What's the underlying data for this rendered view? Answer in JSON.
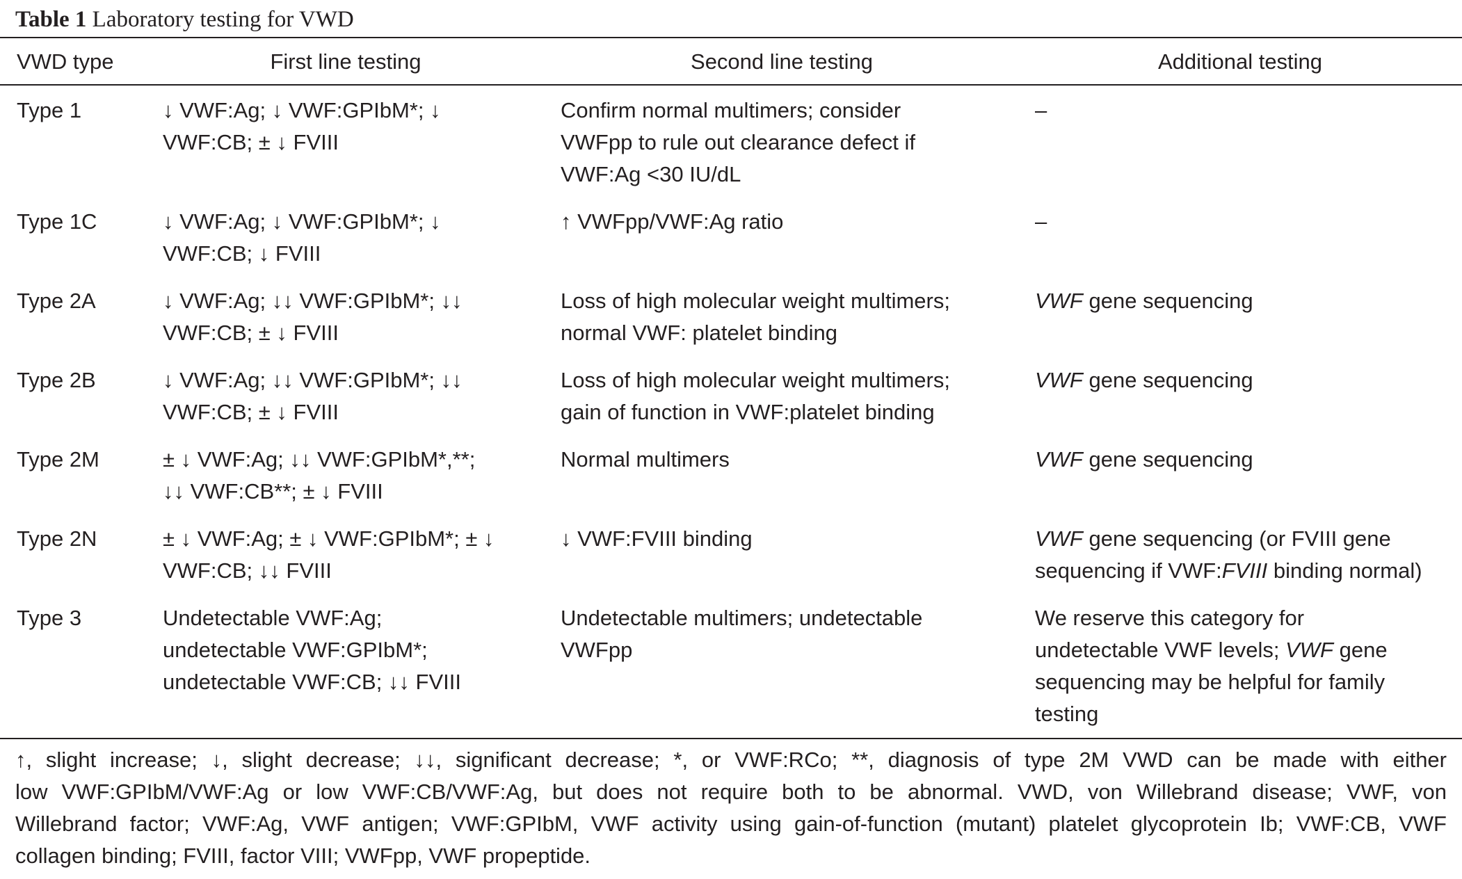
{
  "caption": {
    "label": "Table 1",
    "title": "Laboratory testing for VWD"
  },
  "table": {
    "headers": [
      "VWD type",
      "First line testing",
      "Second line testing",
      "Additional testing"
    ],
    "rows": [
      {
        "type": "Type 1",
        "first": [
          "↓ VWF:Ag; ↓ VWF:GPIbM*; ↓",
          "VWF:CB; ± ↓ FVIII"
        ],
        "second": [
          "Confirm normal multimers; consider",
          "VWFpp to rule out clearance defect if",
          "VWF:Ag <30 IU/dL"
        ],
        "additional": [
          "–"
        ]
      },
      {
        "type": "Type 1C",
        "first": [
          "↓ VWF:Ag; ↓ VWF:GPIbM*; ↓",
          "VWF:CB; ↓ FVIII"
        ],
        "second": [
          "↑ VWFpp/VWF:Ag ratio"
        ],
        "additional": [
          "–"
        ]
      },
      {
        "type": "Type 2A",
        "first": [
          "↓ VWF:Ag; ↓↓ VWF:GPIbM*; ↓↓",
          "VWF:CB; ± ↓ FVIII"
        ],
        "second": [
          "Loss of high molecular weight multimers;",
          "normal VWF: platelet binding"
        ],
        "additional_gene": "VWF",
        "additional_rest": " gene sequencing"
      },
      {
        "type": "Type 2B",
        "first": [
          "↓ VWF:Ag; ↓↓ VWF:GPIbM*; ↓↓",
          "VWF:CB; ± ↓ FVIII"
        ],
        "second": [
          "Loss of high molecular weight multimers;",
          "gain of function in VWF:platelet binding"
        ],
        "additional_gene": "VWF",
        "additional_rest": " gene sequencing"
      },
      {
        "type": "Type 2M",
        "first": [
          "± ↓ VWF:Ag; ↓↓ VWF:GPIbM*,**;",
          "↓↓ VWF:CB**; ± ↓ FVIII"
        ],
        "second": [
          "Normal multimers"
        ],
        "additional_gene": "VWF",
        "additional_rest": " gene sequencing"
      },
      {
        "type": "Type 2N",
        "first": [
          "± ↓ VWF:Ag; ± ↓ VWF:GPIbM*; ± ↓",
          "VWF:CB; ↓↓ FVIII"
        ],
        "second": [
          "↓ VWF:FVIII binding"
        ],
        "additional_gene": "VWF",
        "additional_rest": " gene sequencing (or FVIII gene",
        "additional_l2_pre": "sequencing if VWF:",
        "additional_l2_it": "FVIII",
        "additional_l2_post": " binding normal)"
      },
      {
        "type": "Type 3",
        "first": [
          "Undetectable VWF:Ag;",
          "undetectable VWF:GPIbM*;",
          "undetectable VWF:CB; ↓↓ FVIII"
        ],
        "second": [
          "Undetectable multimers; undetectable",
          "VWFpp"
        ],
        "additional_l1": "We reserve this category for",
        "additional_l2_pre": "undetectable VWF levels; ",
        "additional_l2_it": "VWF",
        "additional_l2_post": " gene",
        "additional_l3": "sequencing may be helpful for family",
        "additional_l4": "testing"
      }
    ]
  },
  "notes": [
    "↑, slight increase; ↓, slight decrease; ↓↓, significant decrease; *, or VWF:RCo; **, diagnosis of type 2M VWD can be made with either",
    "low VWF:GPIbM/VWF:Ag or low VWF:CB/VWF:Ag, but does not require both to be abnormal. VWD, von Willebrand disease; VWF, von",
    "Willebrand factor; VWF:Ag, VWF antigen; VWF:GPIbM, VWF activity using gain-of-function (mutant) platelet glycoprotein Ib; VWF:CB, VWF",
    "collagen binding; FVIII, factor VIII; VWFpp, VWF propeptide."
  ]
}
